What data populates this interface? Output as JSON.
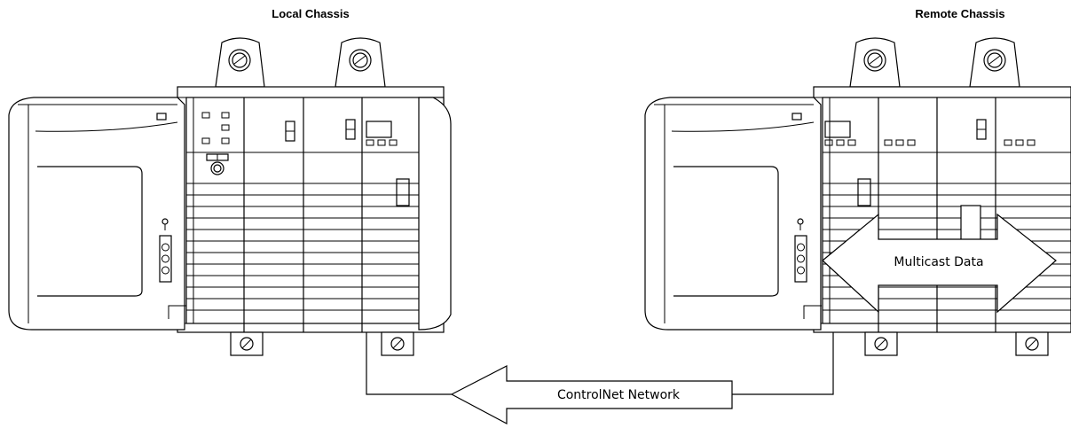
{
  "labels": {
    "local_chassis": "Local Chassis",
    "remote_chassis": "Remote Chassis",
    "controlnet_network": "ControlNet Network",
    "multicast_data": "Multicast Data"
  },
  "colors": {
    "line": "#000000",
    "background": "#ffffff"
  },
  "icons": [
    "screw-head-icon",
    "mounting-tab-icon",
    "led-indicator-icon"
  ]
}
